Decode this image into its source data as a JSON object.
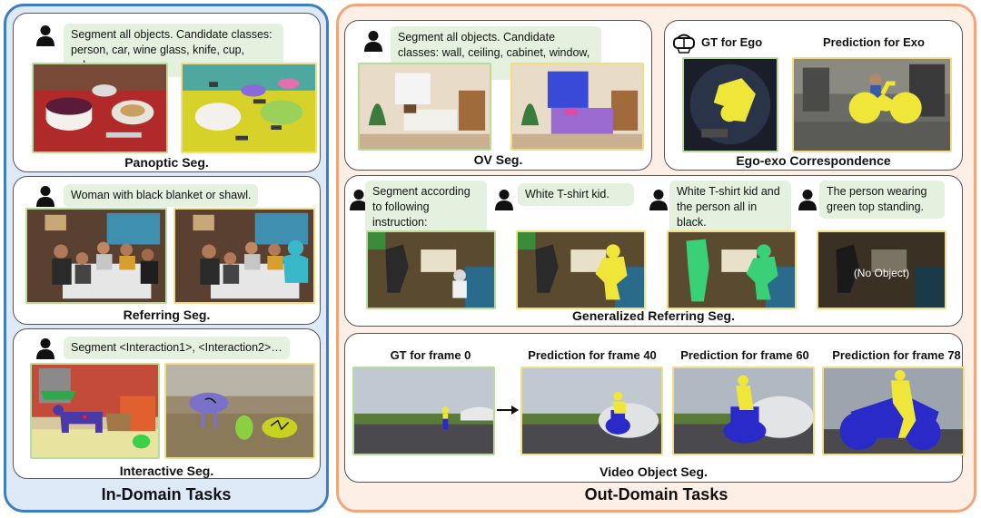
{
  "in_domain": {
    "title": "In-Domain Tasks",
    "panoptic": {
      "prompt": "Segment all objects. Candidate classes: person, car, wine glass, knife, cup, cake…",
      "title": "Panoptic Seg."
    },
    "referring": {
      "prompt": "Woman with black blanket or shawl.",
      "title": "Referring Seg."
    },
    "interactive": {
      "prompt": "Segment <Interaction1>, <Interaction2>…",
      "title": "Interactive Seg."
    }
  },
  "out_domain": {
    "title": "Out-Domain Tasks",
    "ov": {
      "prompt": "Segment all objects. Candidate classes: wall, ceiling, cabinet, window, cushion…",
      "title": "OV Seg."
    },
    "egoexo": {
      "gt_label": "GT for Ego",
      "pred_label": "Prediction for Exo",
      "title": "Ego-exo Correspondence"
    },
    "grefer": {
      "prompts": [
        "Segment according to following instruction:",
        "White T-shirt kid.",
        "White T-shirt kid and the person all in black.",
        "The person wearing green top standing."
      ],
      "no_object": "(No Object)",
      "title": "Generalized Referring Seg."
    },
    "vos": {
      "frame_labels": [
        "GT for frame 0",
        "Prediction for frame 40",
        "Prediction for frame 60",
        "Prediction for frame 78"
      ],
      "title": "Video Object Seg."
    }
  },
  "colors": {
    "in_border": "#3e7cc4",
    "out_border": "#f0a67a",
    "gt_border": "#b9dc9b",
    "pred_border": "#f3dc86",
    "prompt_bg": "#e3f1de"
  }
}
